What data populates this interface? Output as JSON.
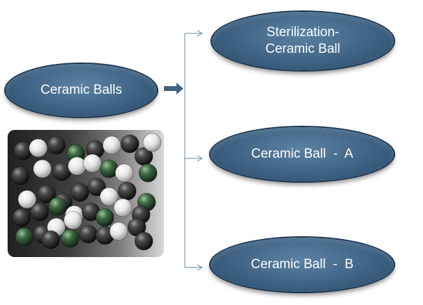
{
  "source": {
    "label": "Ceramic Balls"
  },
  "targets": [
    {
      "lines": [
        "Sterilization-",
        "Ceramic Ball"
      ]
    },
    {
      "lines": [
        "Ceramic Ball  -  A"
      ]
    },
    {
      "lines": [
        "Ceramic Ball  -  B"
      ]
    }
  ],
  "colors": {
    "node_fill": "#3e6283",
    "node_border": "#1b3450",
    "arrow": "#3e6283",
    "connector": "#7f9db9",
    "ball_dark": "#2c2c2c",
    "ball_white": "#f2f2f2",
    "ball_green": "#3f6a42"
  },
  "photo": {
    "subject": "ceramic-balls-photo"
  }
}
